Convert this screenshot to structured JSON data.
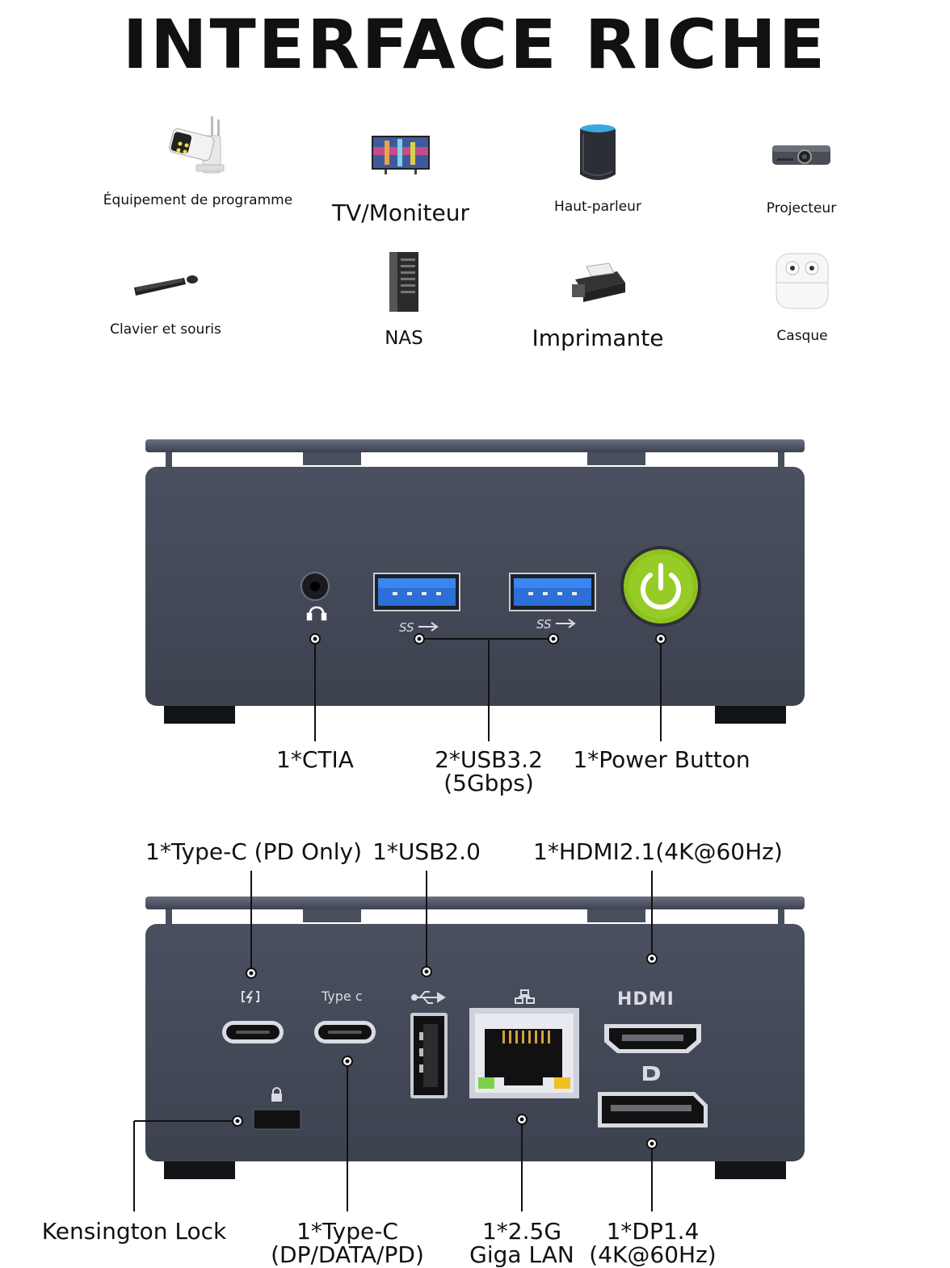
{
  "title": "INTERFACE RICHE",
  "devices": [
    {
      "label": "Équipement de programme",
      "icon": "security-camera-icon"
    },
    {
      "label": "TV/Moniteur",
      "icon": "monitor-icon"
    },
    {
      "label": "Haut-parleur",
      "icon": "smart-speaker-icon"
    },
    {
      "label": "Projecteur",
      "icon": "projector-icon"
    },
    {
      "label": "Clavier et souris",
      "icon": "keyboard-mouse-icon"
    },
    {
      "label": "NAS",
      "icon": "nas-server-icon"
    },
    {
      "label": "Imprimante",
      "icon": "printer-icon"
    },
    {
      "label": "Casque",
      "icon": "earbuds-icon"
    }
  ],
  "front": {
    "ctia": "1*CTIA",
    "usb32_line1": "2*USB3.2",
    "usb32_line2": "(5Gbps)",
    "power": "1*Power Button",
    "ss_mark": "SS"
  },
  "rear": {
    "typec_pd": "1*Type-C (PD Only)",
    "usb20": "1*USB2.0",
    "hdmi": "1*HDMI2.1(4K@60Hz)",
    "kensington": "Kensington Lock",
    "typec_dp_line1": "1*Type-C",
    "typec_dp_line2": "(DP/DATA/PD)",
    "lan_line1": "1*2.5G",
    "lan_line2": "Giga LAN",
    "dp_line1": "1*DP1.4",
    "dp_line2": "(4K@60Hz)",
    "typec_mark": "Type c",
    "hdmi_mark": "HDMI"
  }
}
